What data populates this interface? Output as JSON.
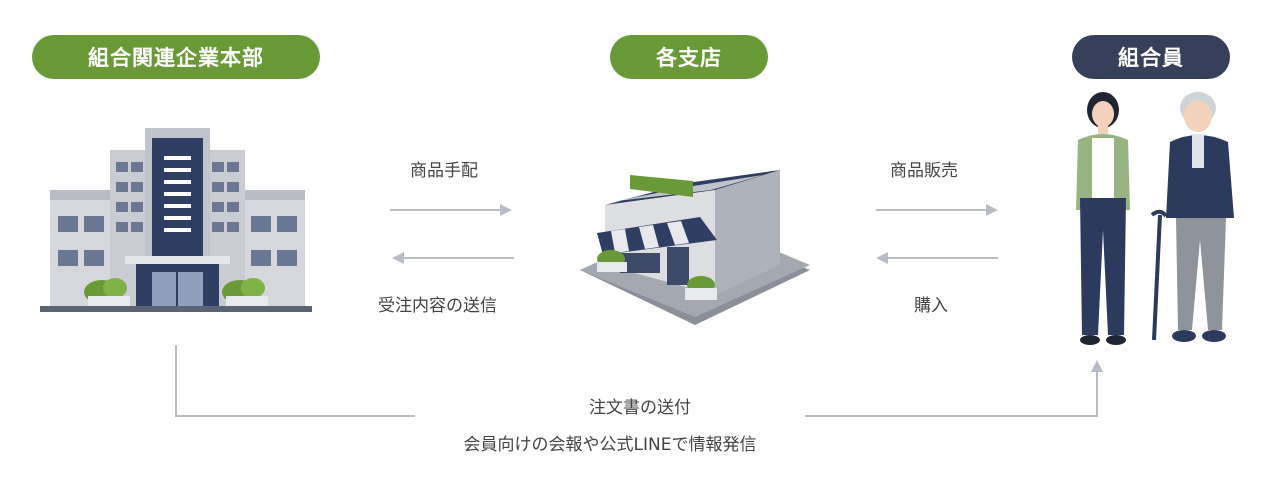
{
  "nodes": {
    "hq": {
      "label": "組合関連企業本部",
      "color": "#6a9a37"
    },
    "branch": {
      "label": "各支店",
      "color": "#6a9a37"
    },
    "members": {
      "label": "組合員",
      "color": "#36405a"
    }
  },
  "flows": {
    "hq_to_branch": "商品手配",
    "branch_to_hq": "受注内容の送信",
    "branch_to_members": "商品販売",
    "members_to_branch": "購入",
    "hq_to_members_line1": "注文書の送付",
    "hq_to_members_line2": "会員向けの会報や公式LINEで情報発信"
  }
}
